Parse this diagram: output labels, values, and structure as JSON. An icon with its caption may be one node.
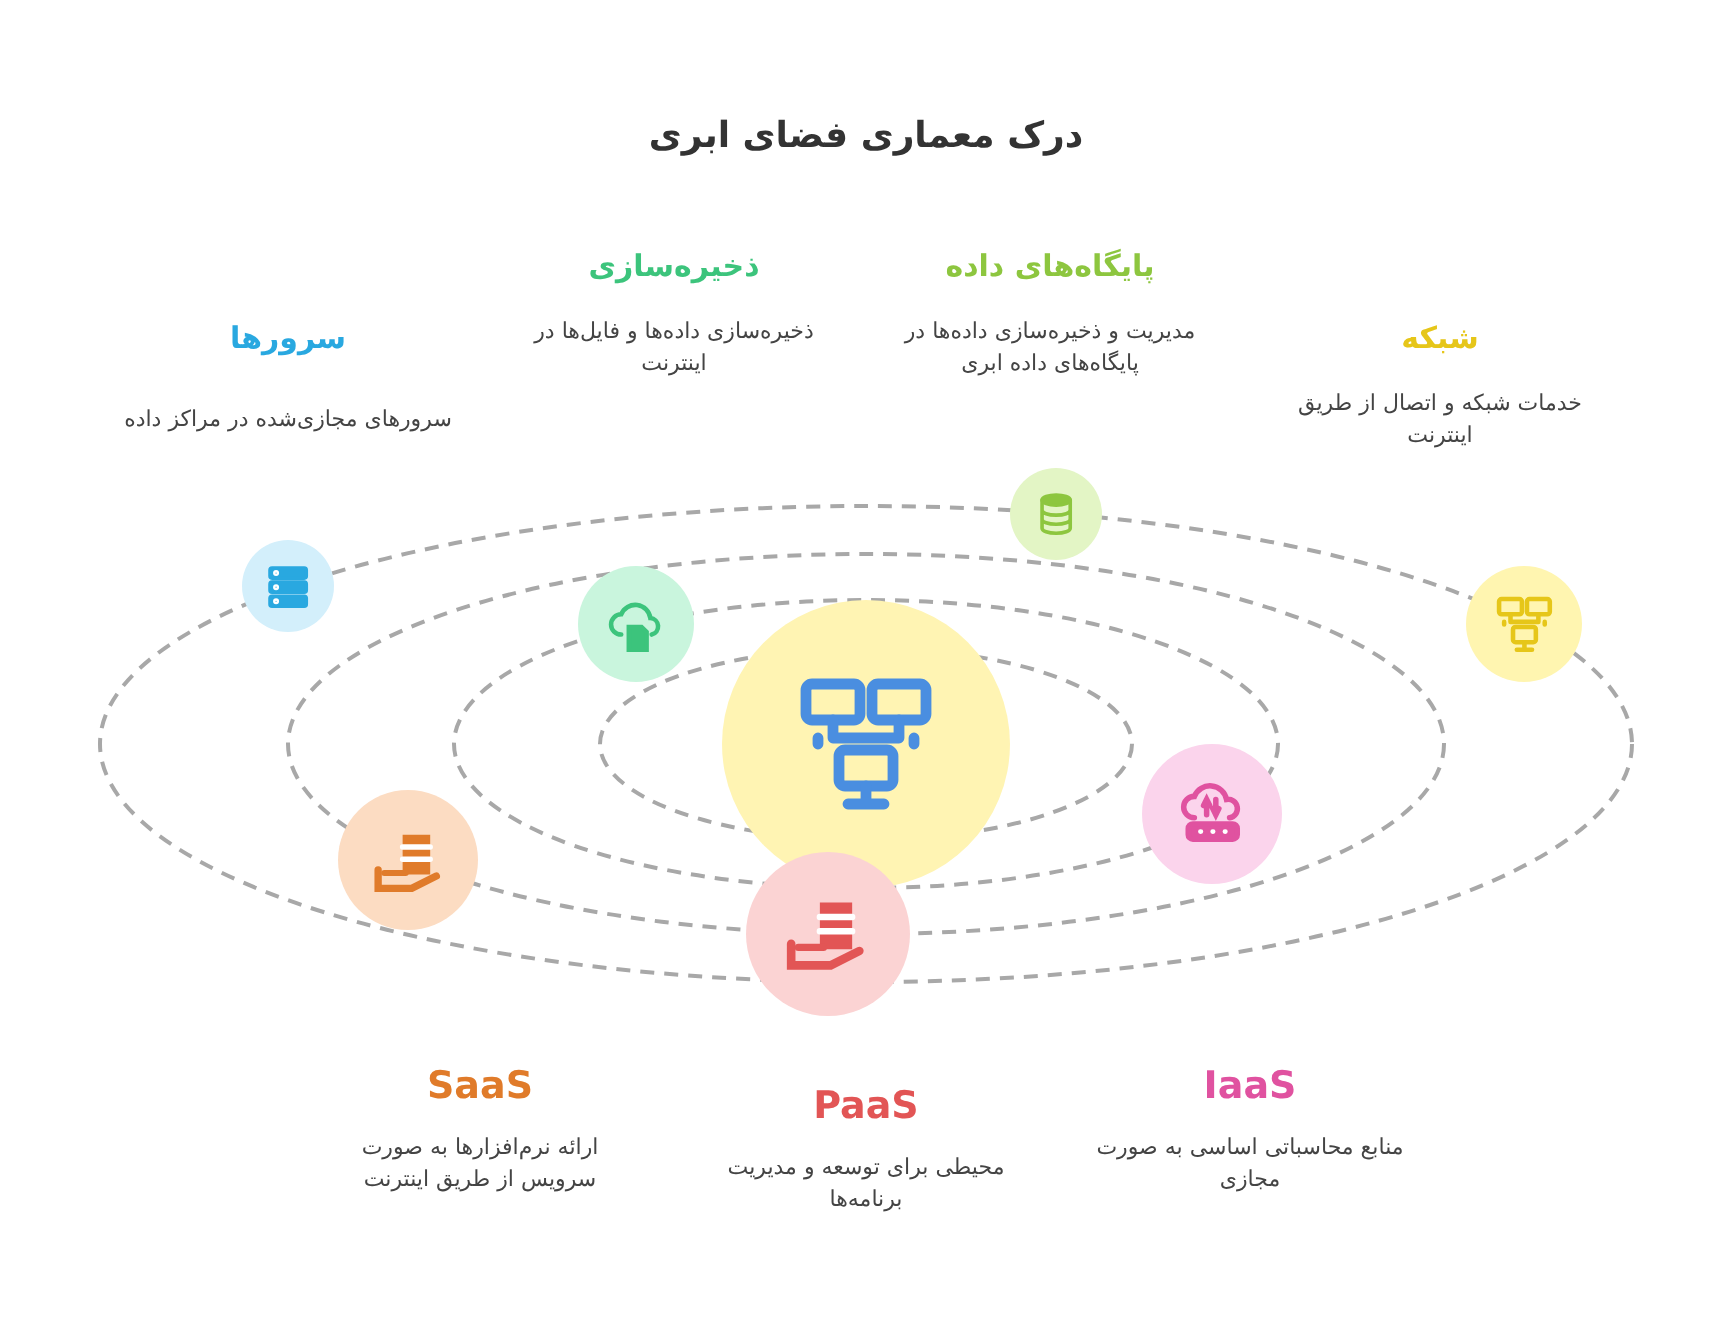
{
  "diagram": {
    "title": "درک معماری فضای ابری",
    "nodes": [
      {
        "text": [],
        "shape": "circle"
      },
      {
        "text": [],
        "shape": "circle"
      },
      {
        "text": [],
        "shape": "circle"
      },
      {
        "text": [],
        "shape": "circle"
      },
      {
        "text": [],
        "shape": "circle"
      },
      {
        "text": [],
        "shape": "circle"
      },
      {
        "text": [],
        "shape": "circle"
      },
      {
        "text": [],
        "shape": "circle"
      }
    ],
    "labels": [
      "ذخیره‌سازی",
      "پایگاه‌های داده",
      "سرورها",
      "ذخیره‌سازی داده‌ها و فایل‌ها در اینترنت",
      "مدیریت و ذخیره‌سازی داده‌ها در پایگاه‌های داده ابری",
      "شبکه",
      "سرورهای مجازی‌شده در مراکز داده",
      "خدمات شبکه و اتصال از طریق اینترنت",
      "SaaS",
      "PaaS",
      "IaaS",
      "ارائه نرم‌افزارها به صورت سرویس از طریق اینترنت",
      "محیطی برای توسعه و مدیریت برنامه‌ها",
      "منابع محاسباتی اساسی به صورت مجازی"
    ]
  }
}
